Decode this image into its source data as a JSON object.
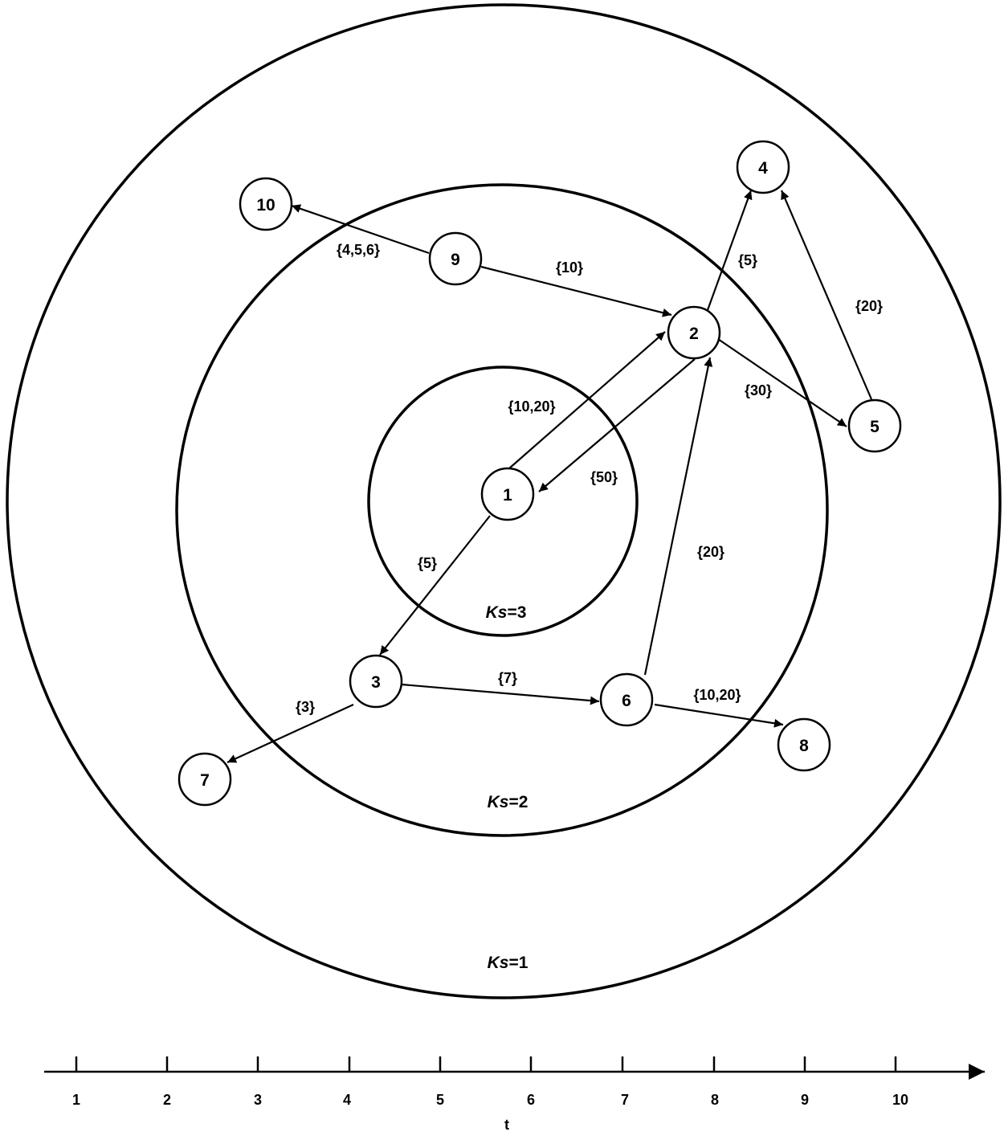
{
  "shells": [
    {
      "ks": "1",
      "label_prefix": "Ks",
      "label_suffix": "=1"
    },
    {
      "ks": "2",
      "label_prefix": "Ks",
      "label_suffix": "=2"
    },
    {
      "ks": "3",
      "label_prefix": "Ks",
      "label_suffix": "=3"
    }
  ],
  "nodes": [
    {
      "id": "1",
      "label": "1"
    },
    {
      "id": "2",
      "label": "2"
    },
    {
      "id": "3",
      "label": "3"
    },
    {
      "id": "4",
      "label": "4"
    },
    {
      "id": "5",
      "label": "5"
    },
    {
      "id": "6",
      "label": "6"
    },
    {
      "id": "7",
      "label": "7"
    },
    {
      "id": "8",
      "label": "8"
    },
    {
      "id": "9",
      "label": "9"
    },
    {
      "id": "10",
      "label": "10"
    }
  ],
  "edges": [
    {
      "from": "1",
      "to": "2",
      "label": "{10,20}"
    },
    {
      "from": "2",
      "to": "1",
      "label": "{50}"
    },
    {
      "from": "1",
      "to": "3",
      "label": "{5}"
    },
    {
      "from": "9",
      "to": "10",
      "label": "{4,5,6}"
    },
    {
      "from": "9",
      "to": "2",
      "label": "{10}"
    },
    {
      "from": "2",
      "to": "4",
      "label": "{5}"
    },
    {
      "from": "2",
      "to": "5",
      "label": "{30}"
    },
    {
      "from": "5",
      "to": "4",
      "label": "{20}"
    },
    {
      "from": "6",
      "to": "2",
      "label": "{20}"
    },
    {
      "from": "3",
      "to": "6",
      "label": "{7}"
    },
    {
      "from": "3",
      "to": "7",
      "label": "{3}"
    },
    {
      "from": "6",
      "to": "8",
      "label": "{10,20}"
    }
  ],
  "time_axis": {
    "ticks": [
      "1",
      "2",
      "3",
      "4",
      "5",
      "6",
      "7",
      "8",
      "9",
      "10"
    ],
    "label": "t"
  }
}
